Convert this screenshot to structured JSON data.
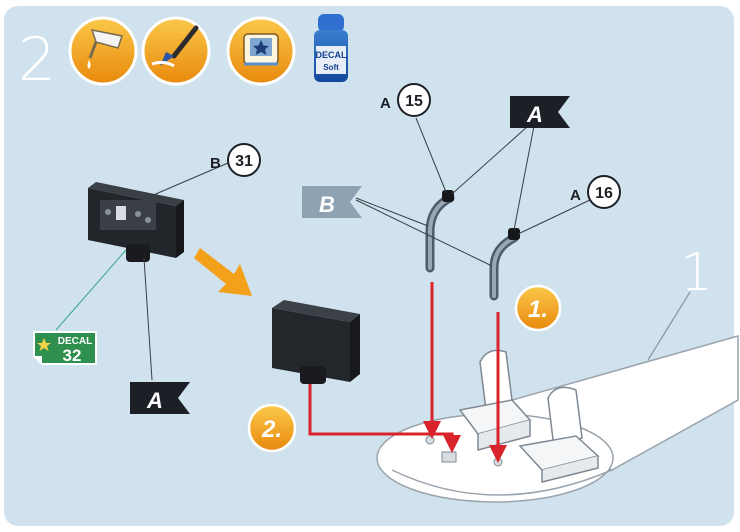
{
  "step": {
    "number": "2"
  },
  "tool_icons": [
    {
      "icon": "glue-icon"
    },
    {
      "icon": "paint-brush-icon"
    },
    {
      "icon": "decal-water-icon"
    },
    {
      "icon": "decal-soft-bottle-icon",
      "label_top": "DECAL",
      "label_bottom": "Soft"
    }
  ],
  "callouts": {
    "b31": {
      "letter": "B",
      "number": "31"
    },
    "a15": {
      "letter": "A",
      "number": "15"
    },
    "a16": {
      "letter": "A",
      "number": "16"
    }
  },
  "flags": {
    "top_a": "A",
    "left_b": "B",
    "bottom_a": "A"
  },
  "decal_tag": {
    "label": "DECAL",
    "number": "32"
  },
  "steps": {
    "one": "1.",
    "two": "2."
  },
  "part_label": "1",
  "colors": {
    "panel": "#cfe2ee",
    "orange": "#f3a01a",
    "arrow_red": "#d8232a",
    "dark_part": "#222428",
    "decal_green": "#2f8f4e",
    "flag": "#1c1f26",
    "flag_light": "#8fa2b3"
  }
}
